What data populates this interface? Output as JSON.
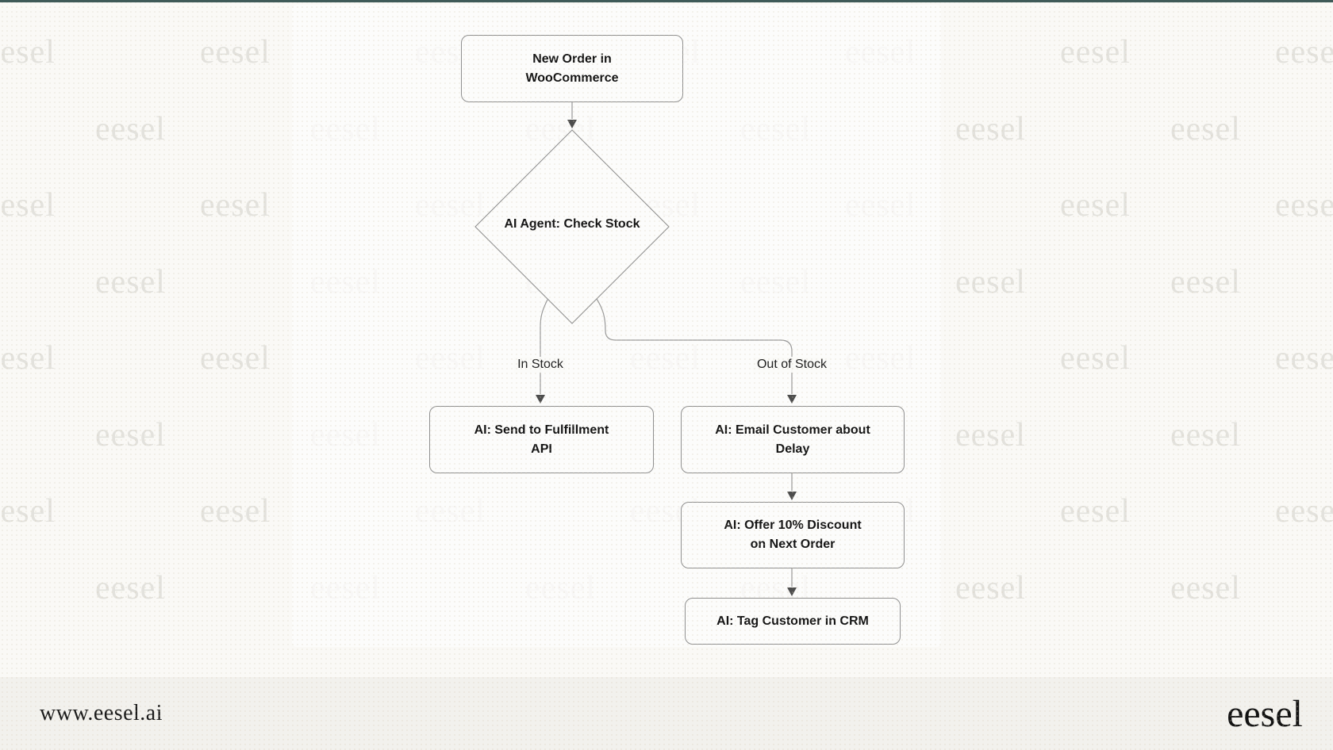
{
  "watermark": {
    "text": "eesel"
  },
  "flowchart": {
    "nodes": {
      "start": {
        "line1": "New Order in",
        "line2": "WooCommerce"
      },
      "decision": {
        "label": "AI Agent: Check Stock"
      },
      "fulfill": {
        "line1": "AI: Send to Fulfillment",
        "line2": "API"
      },
      "email": {
        "line1": "AI: Email Customer about",
        "line2": "Delay"
      },
      "discount": {
        "line1": "AI: Offer 10% Discount",
        "line2": "on Next Order"
      },
      "crm": {
        "line1": "AI: Tag Customer in CRM"
      }
    },
    "edge_labels": {
      "in_stock": "In Stock",
      "out_of_stock": "Out of Stock"
    }
  },
  "footer": {
    "url": "www.eesel.ai",
    "logo": "eesel"
  },
  "colors": {
    "top_border": "#3f5a58",
    "node_border": "#8f8f8f",
    "node_fill": "#fcfcfb",
    "edge_line": "#999999",
    "arrowhead": "#4d4d4d",
    "page_bg": "#faf9f6",
    "footer_bg": "#f2f1ed",
    "watermark": "#e3e2dd"
  }
}
